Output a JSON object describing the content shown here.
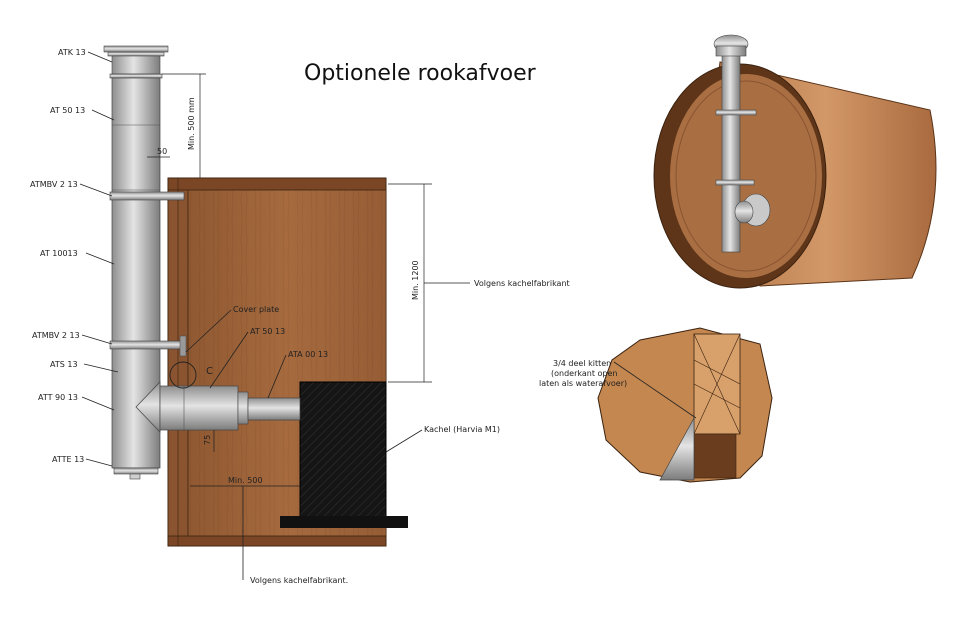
{
  "title": "Optionele rookafvoer",
  "pipe_labels": {
    "atk": "ATK 13",
    "at50": "AT 50 13",
    "atmbv_top": "ATMBV 2 13",
    "at100": "AT 10013",
    "atmbv_bottom": "ATMBV 2 13",
    "ats": "ATS 13",
    "att90": "ATT 90 13",
    "atte": "ATTE 13"
  },
  "inner_labels": {
    "cover_plate": "Cover plate",
    "at50_inner": "AT 50 13",
    "ata00": "ATA 00 13",
    "c_marker": "C"
  },
  "dimensions": {
    "min500mm": "Min. 500 mm",
    "d50": "50",
    "min1200": "Min. 1200",
    "d75": "75",
    "min500": "Min. 500"
  },
  "right_labels": {
    "volgens_top": "Volgens kachelfabrikant",
    "kachel": "Kachel (Harvia M1)",
    "volgens_bottom": "Volgens kachelfabrikant."
  },
  "detail_note": [
    "3/4 deel kitten",
    "(onderkant open",
    "laten als waterafvoer)"
  ],
  "colors": {
    "wood": "#a0663c",
    "wood_dark": "#6b3d1f",
    "steel": "#b7b7b7",
    "stove": "#161616"
  }
}
